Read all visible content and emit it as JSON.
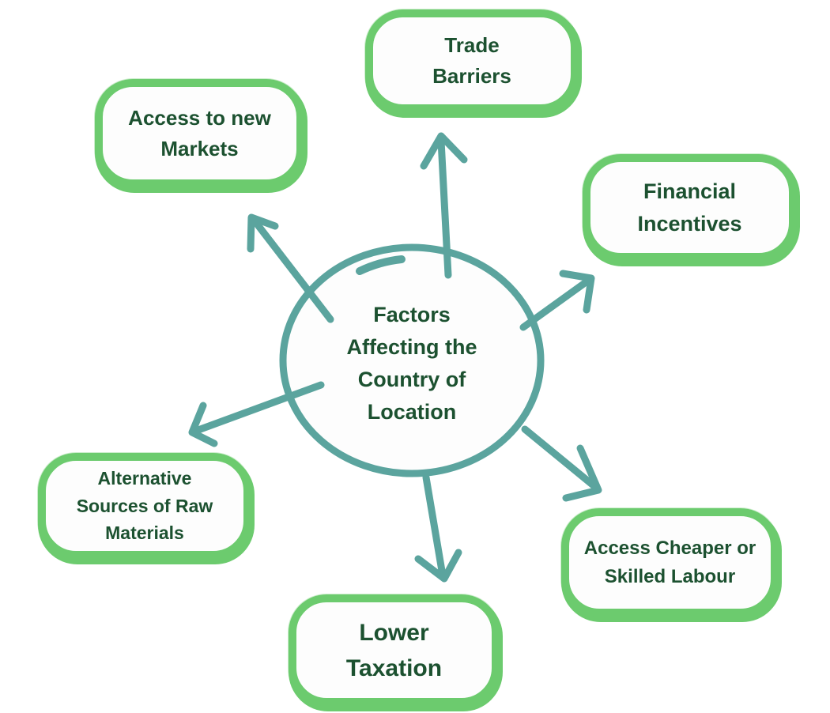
{
  "diagram": {
    "type": "mind-map",
    "background": "#FFFFFF",
    "center": {
      "label": "Factors\nAffecting the\nCountry of\nLocation"
    },
    "nodes": [
      {
        "id": "trade-barriers",
        "label": "Trade\nBarriers"
      },
      {
        "id": "access-new-markets",
        "label": "Access to new\nMarkets"
      },
      {
        "id": "financial-incentives",
        "label": "Financial\nIncentives"
      },
      {
        "id": "alt-raw-materials",
        "label": "Alternative\nSources of Raw\nMaterials"
      },
      {
        "id": "cheap-skilled-labour",
        "label": "Access Cheaper or\nSkilled Labour"
      },
      {
        "id": "lower-taxation",
        "label": "Lower\nTaxation"
      }
    ],
    "colors": {
      "node_border": "#6CCB6E",
      "node_fill": "#FDFDFD",
      "text": "#1C5130",
      "arrow": "#5BA49E"
    }
  }
}
